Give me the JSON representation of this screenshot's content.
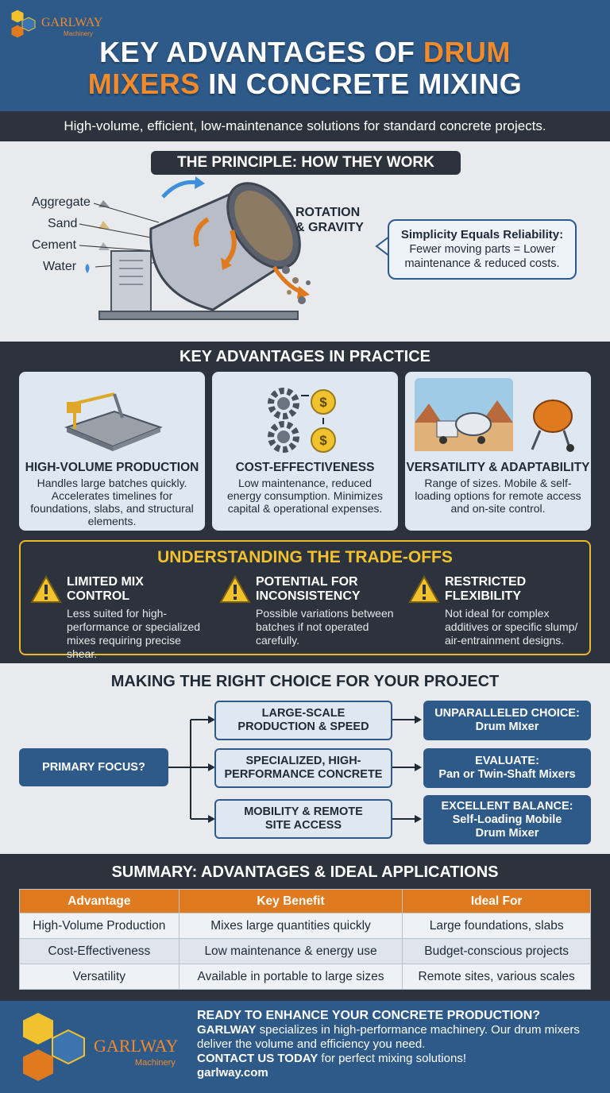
{
  "brand": {
    "name": "GARLWAY",
    "tagline": "Machinery"
  },
  "header": {
    "title_line1_a": "KEY ADVANTAGES OF ",
    "title_line1_b": "DRUM",
    "title_line2_a": "MIXERS",
    "title_line2_b": " IN CONCRETE MIXING"
  },
  "subtitle": "High-volume, efficient, low-maintenance solutions for standard concrete projects.",
  "principle": {
    "heading": "THE PRINCIPLE: HOW THEY WORK",
    "ingredients": [
      "Aggregate",
      "Sand",
      "Cement",
      "Water"
    ],
    "rotation_line1": "ROTATION",
    "rotation_line2": "& GRAVITY",
    "callout_title": "Simplicity Equals Reliability:",
    "callout_text": "Fewer moving parts = Lower maintenance & reduced costs."
  },
  "advantages": {
    "heading": "KEY ADVANTAGES IN PRACTICE",
    "cards": [
      {
        "title": "HIGH-VOLUME PRODUCTION",
        "desc": "Handles large batches quickly. Accelerates timelines for foundations, slabs, and structural elements."
      },
      {
        "title": "COST-EFFECTIVENESS",
        "desc": "Low maintenance, reduced energy consumption. Minimizes capital & operational expenses."
      },
      {
        "title": "VERSATILITY & ADAPTABILITY",
        "desc": "Range of sizes. Mobile & self-loading options for remote access and on-site control."
      }
    ]
  },
  "tradeoffs": {
    "heading": "UNDERSTANDING THE TRADE-OFFS",
    "items": [
      {
        "title1": "LIMITED MIX",
        "title2": "CONTROL",
        "desc": "Less suited for high-performance or specialized mixes requiring precise shear."
      },
      {
        "title1": "POTENTIAL FOR",
        "title2": "INCONSISTENCY",
        "desc": "Possible variations between batches if not operated carefully."
      },
      {
        "title1": "RESTRICTED",
        "title2": "FLEXIBILITY",
        "desc": "Not ideal for complex additives or specific slump/ air-entrainment designs."
      }
    ]
  },
  "choice": {
    "heading": "MAKING THE RIGHT CHOICE FOR YOUR PROJECT",
    "focus": "PRIMARY FOCUS?",
    "options": [
      {
        "l1": "LARGE-SCALE",
        "l2": "PRODUCTION & SPEED",
        "r1": "UNPARALLELED CHOICE:",
        "r2": "Drum MIxer",
        "r3": ""
      },
      {
        "l1": "SPECIALIZED, HIGH-",
        "l2": "PERFORMANCE CONCRETE",
        "r1": "EVALUATE:",
        "r2": "Pan or Twin-Shaft Mixers",
        "r3": ""
      },
      {
        "l1": "MOBILITY & REMOTE",
        "l2": "SITE ACCESS",
        "r1": "EXCELLENT BALANCE:",
        "r2": "Self-Loading Mobile",
        "r3": "Drum Mixer"
      }
    ]
  },
  "summary": {
    "heading": "SUMMARY: ADVANTAGES & IDEAL APPLICATIONS",
    "columns": [
      "Advantage",
      "Key Benefit",
      "Ideal For"
    ],
    "rows": [
      [
        "High-Volume Production",
        "Mixes large quantities quickly",
        "Large foundations, slabs"
      ],
      [
        "Cost-Effectiveness",
        "Low maintenance & energy use",
        "Budget-conscious projects"
      ],
      [
        "Versatility",
        "Available in portable to large sizes",
        "Remote sites, various scales"
      ]
    ]
  },
  "footer": {
    "headline": "READY TO ENHANCE YOUR CONCRETE PRODUCTION?",
    "brand": "GARLWAY",
    "text1": " specializes in high-performance machinery. Our drum mixers deliver the volume and efficiency you need.",
    "cta": "CONTACT US TODAY",
    "text2": " for perfect mixing solutions!",
    "url": "garlway.com"
  },
  "colors": {
    "blue": "#2e5a89",
    "dark": "#2d333c",
    "orange": "#f08a2a",
    "yellow": "#f2c12e"
  }
}
